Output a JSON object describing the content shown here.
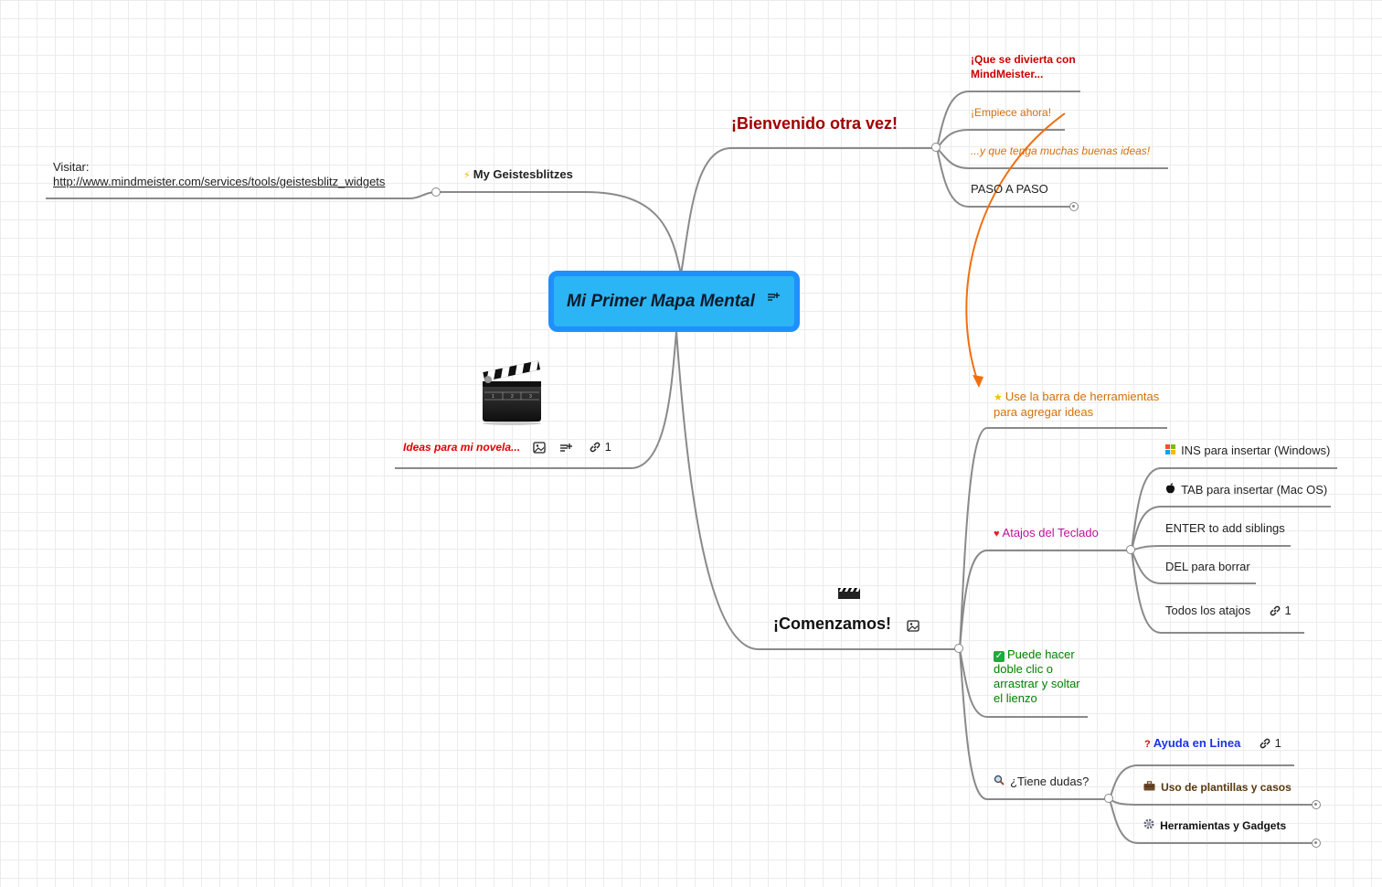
{
  "root": {
    "title": "Mi Primer Mapa Mental"
  },
  "geistesblitz": {
    "title": "My Geistesblitzes",
    "visit_label": "Visitar:",
    "url": "http://www.mindmeister.com/services/tools/geistesblitz_widgets"
  },
  "novela": {
    "title": "Ideas para mi novela...",
    "link_count": "1"
  },
  "bienvenido": {
    "title": "¡Bienvenido otra vez!",
    "children": [
      "¡Que se divierta con MindMeister...",
      "¡Empiece ahora!",
      "...y que tenga muchas buenas ideas!",
      "PASO A PASO"
    ]
  },
  "comenzamos": {
    "title": "¡Comenzamos!",
    "toolbar_tip": "Use la barra de herramientas para agregar ideas",
    "shortcuts": {
      "title": "Atajos del Teclado",
      "items": [
        "INS para insertar (Windows)",
        "TAB para insertar (Mac OS)",
        "ENTER to add siblings",
        "DEL para borrar",
        "Todos los atajos"
      ],
      "all_link_count": "1"
    },
    "dblclick": "Puede hacer doble clic o arrastrar y soltar el lienzo",
    "doubts": {
      "title": "¿Tiene dudas?",
      "help": "Ayuda en Linea",
      "help_link_count": "1",
      "templates": "Uso de plantillas y casos",
      "tools": "Herramientas y Gadgets"
    }
  },
  "colors": {
    "root_border": "#1e90ff",
    "root_fill": "#2bb5f5",
    "connector": "#8a8a8a",
    "dark_red": "#a00000",
    "orange": "#d4700a",
    "red": "#e00000",
    "magenta": "#c0109c",
    "green": "#008000",
    "blue": "#1a33e6",
    "brown": "#5a3a10",
    "arrow": "#f07010"
  },
  "icons": [
    "lightning-icon",
    "clapperboard-icon",
    "star-icon",
    "heart-icon",
    "windows-icon",
    "apple-icon",
    "check-icon",
    "magnifier-icon",
    "question-icon",
    "briefcase-icon",
    "gear-icon",
    "image-icon",
    "notes-icon",
    "link-icon"
  ]
}
